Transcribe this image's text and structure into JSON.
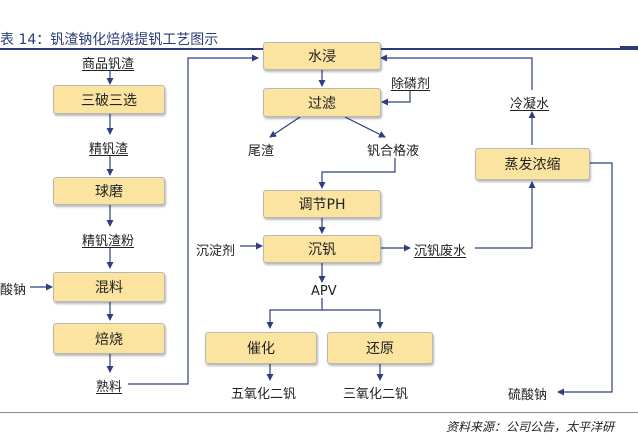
{
  "header": {
    "title": "表 14：钒渣钠化焙烧提钒工艺图示",
    "source": "资料来源：公司公告，太平洋研"
  },
  "diagram": {
    "boxes": {
      "sanpo": "三破三选",
      "qiumo": "球磨",
      "hunliao": "混料",
      "beishao": "焙烧",
      "shuijin": "水浸",
      "guolv": "过滤",
      "tiaojie": "调节PH",
      "chenfan": "沉钒",
      "cuihua": "催化",
      "huanyuan": "还原",
      "zhengfa": "蒸发浓缩"
    },
    "labels": {
      "shangpin": "商品钒渣",
      "jingfanzha": "精钒渣",
      "jingfanfen": "精钒渣粉",
      "suanna": "酸钠",
      "shuliao": "熟料",
      "chulin": "除磷剂",
      "weizha": "尾渣",
      "fange": "钒合格液",
      "chendian": "沉淀剂",
      "feishui": "沉钒废水",
      "apv": "APV",
      "wuyang": "五氧化二钒",
      "sanyang": "三氧化二钒",
      "lengning": "冷凝水",
      "liusuanna": "硫酸钠"
    }
  }
}
